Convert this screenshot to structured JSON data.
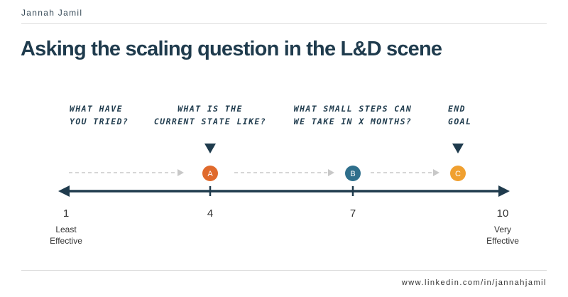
{
  "author": "Jannah Jamil",
  "title": "Asking the scaling question in the L&D scene",
  "questions": [
    "WHAT HAVE\nYOU TRIED?",
    "WHAT IS THE\nCURRENT STATE LIKE?",
    "WHAT SMALL STEPS CAN\nWE TAKE IN X MONTHS?",
    "END\nGOAL"
  ],
  "markers": [
    {
      "label": "A",
      "value": 4,
      "color": "#e06a2c"
    },
    {
      "label": "B",
      "value": 7,
      "color": "#2f6f8c"
    },
    {
      "label": "C",
      "value": 9.2,
      "color": "#f0a030"
    }
  ],
  "scale": {
    "ticks": [
      "1",
      "4",
      "7",
      "10"
    ],
    "min_label": "Least\nEffective",
    "max_label": "Very\nEffective"
  },
  "colors": {
    "line": "#1f3b4d",
    "dashed": "#c8c8c8"
  },
  "footer_url": "www.linkedin.com/in/jannahjamil"
}
